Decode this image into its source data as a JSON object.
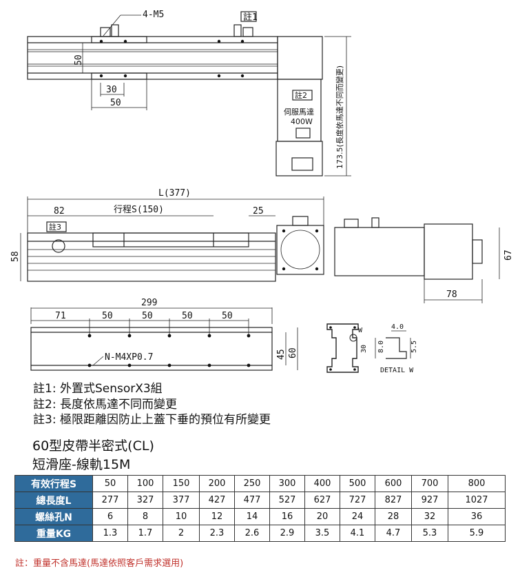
{
  "labels": {
    "m5": "4-M5",
    "note1_tag": "註1",
    "note2_tag": "註2",
    "note3_tag": "註3",
    "motor_name": "伺服馬達",
    "motor_power": "400W",
    "length_note": "173.5(長度依馬達不同而變更)",
    "dim_50_v": "50",
    "dim_30": "30",
    "dim_50_h": "50",
    "total_len": "L(377)",
    "dim_82": "82",
    "stroke": "行程S(150)",
    "dim_25": "25",
    "dim_58": "58",
    "dim_67": "67",
    "dim_78": "78",
    "dim_299": "299",
    "dim_71": "71",
    "pitch_1": "50",
    "pitch_2": "50",
    "pitch_3": "50",
    "pitch_4": "50",
    "hole_spec": "N-M4XP0.7",
    "dim_45": "45",
    "dim_60": "60",
    "detail_w_tag": "W",
    "detail_30": "30",
    "detail_80": "8.0",
    "detail_40": "4.0",
    "detail_55": "5.5",
    "detail_title": "DETAIL W"
  },
  "notes": [
    "註1: 外置式SensorX3組",
    "註2: 長度依馬達不同而變更",
    "註3: 極限距離因防止上蓋下垂的預位有所變更"
  ],
  "model": {
    "title": "60型皮帶半密式(CL)",
    "subtitle": "短滑座-線軌15M"
  },
  "spec_table": {
    "rows": [
      {
        "label": "有效行程S",
        "values": [
          "50",
          "100",
          "150",
          "200",
          "250",
          "300",
          "400",
          "500",
          "600",
          "700",
          "800"
        ]
      },
      {
        "label": "總長度L",
        "values": [
          "277",
          "327",
          "377",
          "427",
          "477",
          "527",
          "627",
          "727",
          "827",
          "927",
          "1027"
        ]
      },
      {
        "label": "螺絲孔N",
        "values": [
          "6",
          "8",
          "10",
          "12",
          "14",
          "16",
          "20",
          "24",
          "28",
          "32",
          "36"
        ]
      },
      {
        "label": "重量KG",
        "values": [
          "1.3",
          "1.7",
          "2",
          "2.3",
          "2.6",
          "2.9",
          "3.5",
          "4.1",
          "4.7",
          "5.3",
          "5.9"
        ]
      }
    ]
  },
  "footnote": "註：重量不含馬達(馬達依照客戶需求選用)"
}
